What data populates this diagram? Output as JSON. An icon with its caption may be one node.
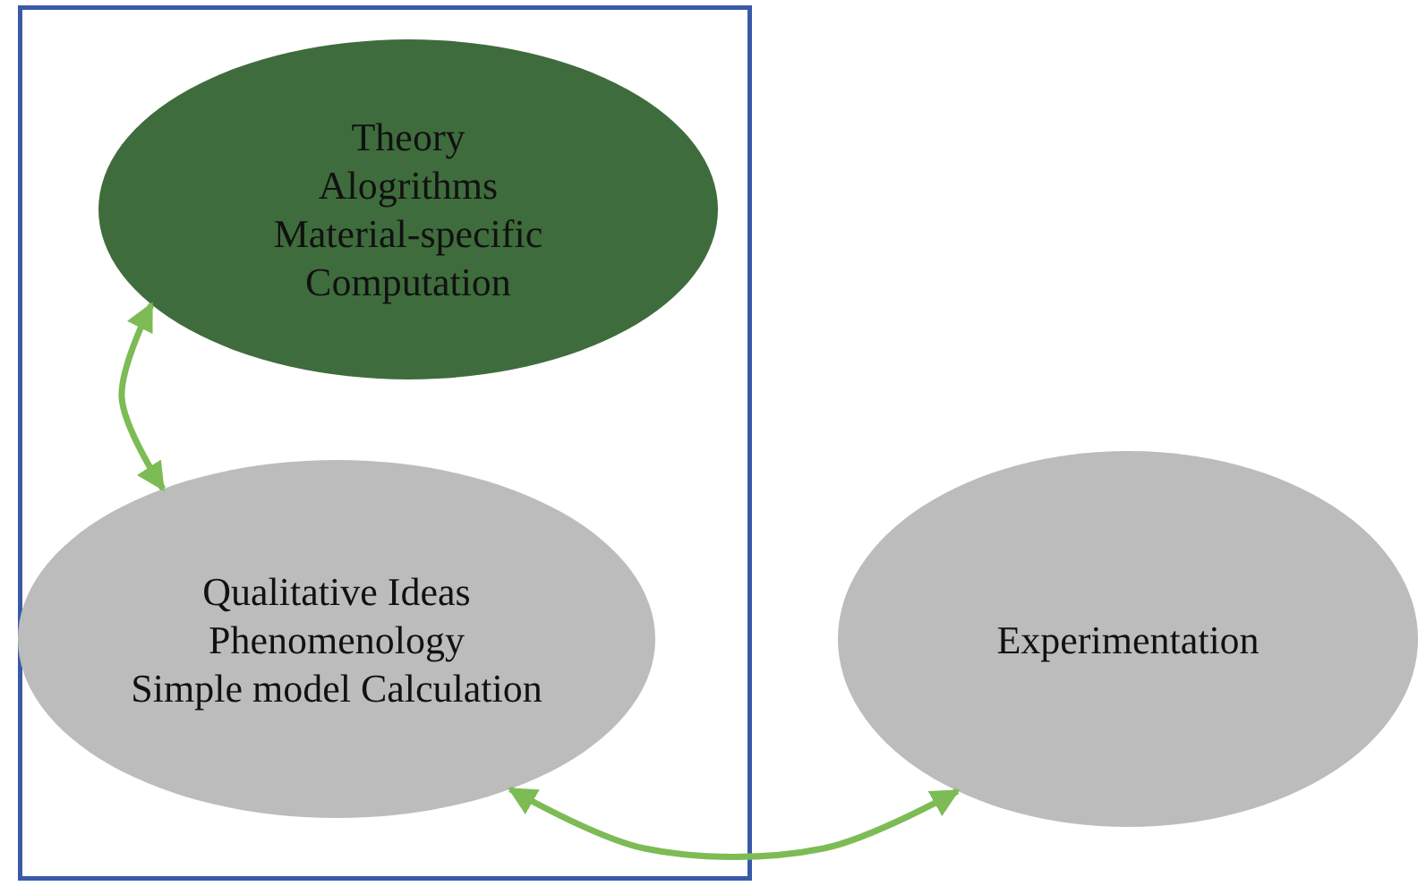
{
  "diagram": {
    "nodes": [
      {
        "text": [],
        "shape": "box"
      },
      {
        "text": [
          "Theory",
          "Alogrithms",
          "Material-specific",
          "Computation"
        ],
        "in": 0
      },
      {
        "text": [
          "Qualitative Ideas",
          "Phenomenology",
          "Simple model Calculation"
        ],
        "in": 0
      },
      {
        "text": [
          "Experimentation"
        ]
      }
    ],
    "edges": [
      {
        "from": 1,
        "to": 2,
        "arrow": "both"
      },
      {
        "from": 2,
        "to": 3,
        "arrow": "both"
      }
    ]
  }
}
